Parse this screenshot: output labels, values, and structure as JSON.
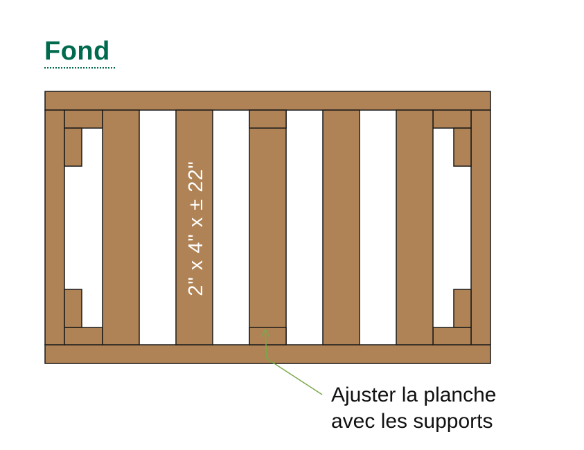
{
  "title": "Fond",
  "colors": {
    "wood": "#b08356",
    "outline": "#1a1a1a",
    "title": "#006a4e",
    "leader": "#7aa84a"
  },
  "dimension_label": "2\" x 4\" x ± 22\"",
  "callout": {
    "line1": "Ajuster la planche",
    "line2": "avec les supports"
  }
}
